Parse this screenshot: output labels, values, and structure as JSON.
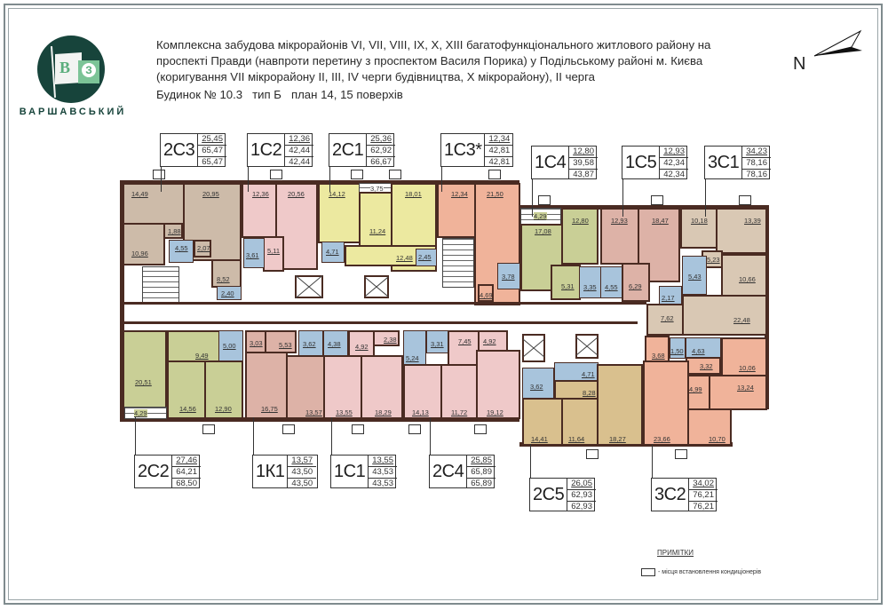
{
  "header": {
    "logo_text": "ВАРШАВСЬКИЙ",
    "logo_letters": [
      "В",
      "З"
    ],
    "title_lines": [
      "Комплексна забудова мікрорайонів VI, VII, VIII, IX, X, XIII багатофункціонального житлового району на",
      "проспекті Правди (навпроти перетину з проспектом Василя Порика) у Подільському районі м. Києва",
      "(коригування VII мікрорайону II, III, IV черги будівництва, X мікрорайону), II черга"
    ],
    "subtitle": "Будинок № 10.3   тип Б   план 14, 15 поверхів",
    "north_label": "N"
  },
  "colors": {
    "wall": "#4a2b22",
    "bath": "#a8c4dc",
    "tan": "#cdbba9",
    "pink": "#efc9c9",
    "yellow": "#ece9a0",
    "salmon": "#f0b39a",
    "olive": "#c9cf96",
    "rose": "#ddb2a7",
    "beige": "#d9c8b4",
    "gold": "#d9c08e",
    "logo_dark": "#17443b",
    "logo_green": "#7cc497"
  },
  "apartments_top": [
    {
      "code": "2С3",
      "values": [
        "25,45",
        "65,47",
        "65,47"
      ]
    },
    {
      "code": "1С2",
      "values": [
        "12,36",
        "42,44",
        "42,44"
      ]
    },
    {
      "code": "2С1",
      "values": [
        "25,36",
        "62,92",
        "66,67"
      ]
    },
    {
      "code": "1С3*",
      "values": [
        "12,34",
        "42,81",
        "42,81"
      ]
    },
    {
      "code": "1С4",
      "values": [
        "12,80",
        "39,58",
        "43,87"
      ]
    },
    {
      "code": "1С5",
      "values": [
        "12,93",
        "42,34",
        "42,34"
      ]
    },
    {
      "code": "3С1",
      "values": [
        "34,23",
        "78,16",
        "78,16"
      ]
    }
  ],
  "apartments_bottom": [
    {
      "code": "2С2",
      "values": [
        "27,46",
        "64,21",
        "68,50"
      ]
    },
    {
      "code": "1К1",
      "values": [
        "13,57",
        "43,50",
        "43,50"
      ]
    },
    {
      "code": "1С1",
      "values": [
        "13,55",
        "43,53",
        "43,53"
      ]
    },
    {
      "code": "2С4",
      "values": [
        "25,85",
        "65,89",
        "65,89"
      ]
    },
    {
      "code": "2С5",
      "values": [
        "26,05",
        "62,93",
        "62,93"
      ]
    },
    {
      "code": "3С2",
      "values": [
        "34,02",
        "76,21",
        "76,21"
      ]
    }
  ],
  "rooms": {
    "r1": "14,49",
    "r2": "20,95",
    "r3": "10,96",
    "r4": "1,88",
    "r5": "4,55",
    "r6": "2,07",
    "r7": "8,52",
    "r8": "2,40",
    "r9": "12,36",
    "r10": "20,56",
    "r11": "5,11",
    "r12": "3,61",
    "r13": "14,12",
    "r14": "3,75",
    "r15": "18,01",
    "r16": "11,24",
    "r17": "4,71",
    "r18": "12,48",
    "r19": "2,45",
    "r20": "12,34",
    "r21": "21,50",
    "r22": "4,69",
    "r23": "3,78",
    "r24": "4,29",
    "r25": "17,08",
    "r26": "12,80",
    "r27": "5,31",
    "r28": "3,35",
    "r29": "12,93",
    "r30": "18,47",
    "r31": "6,29",
    "r32": "4,55",
    "r33": "10,18",
    "r34": "13,39",
    "r35": "5,23",
    "r36": "10,66",
    "r37": "5,43",
    "r38": "2,17",
    "r39": "7,62",
    "r40": "22,48",
    "b1": "20,51",
    "b2": "4,29",
    "b3": "9,49",
    "b4": "5,00",
    "b5": "14,56",
    "b6": "12,90",
    "b7": "3,03",
    "b8": "5,53",
    "b9": "16,75",
    "b10": "3,62",
    "b11": "13,57",
    "b12": "4,38",
    "b13": "4,92",
    "b14": "2,38",
    "b15": "13,55",
    "b16": "18,29",
    "b17": "5,24",
    "b18": "3,31",
    "b19": "7,45",
    "b20": "4,92",
    "b21": "14,13",
    "b22": "11,72",
    "b23": "19,12",
    "b24": "3,62",
    "b25": "4,71",
    "b26": "8,28",
    "b27": "14,41",
    "b28": "11,64",
    "b29": "18,27",
    "b30": "3,68",
    "b31": "1,50",
    "b32": "4,63",
    "b33": "3,32",
    "b34": "10,06",
    "b35": "4,99",
    "b36": "13,24",
    "b37": "23,66",
    "b38": "10,70"
  },
  "notes": {
    "title": "ПРИМІТКИ",
    "ac_legend": "- місця встановлення кондиціонерів"
  }
}
